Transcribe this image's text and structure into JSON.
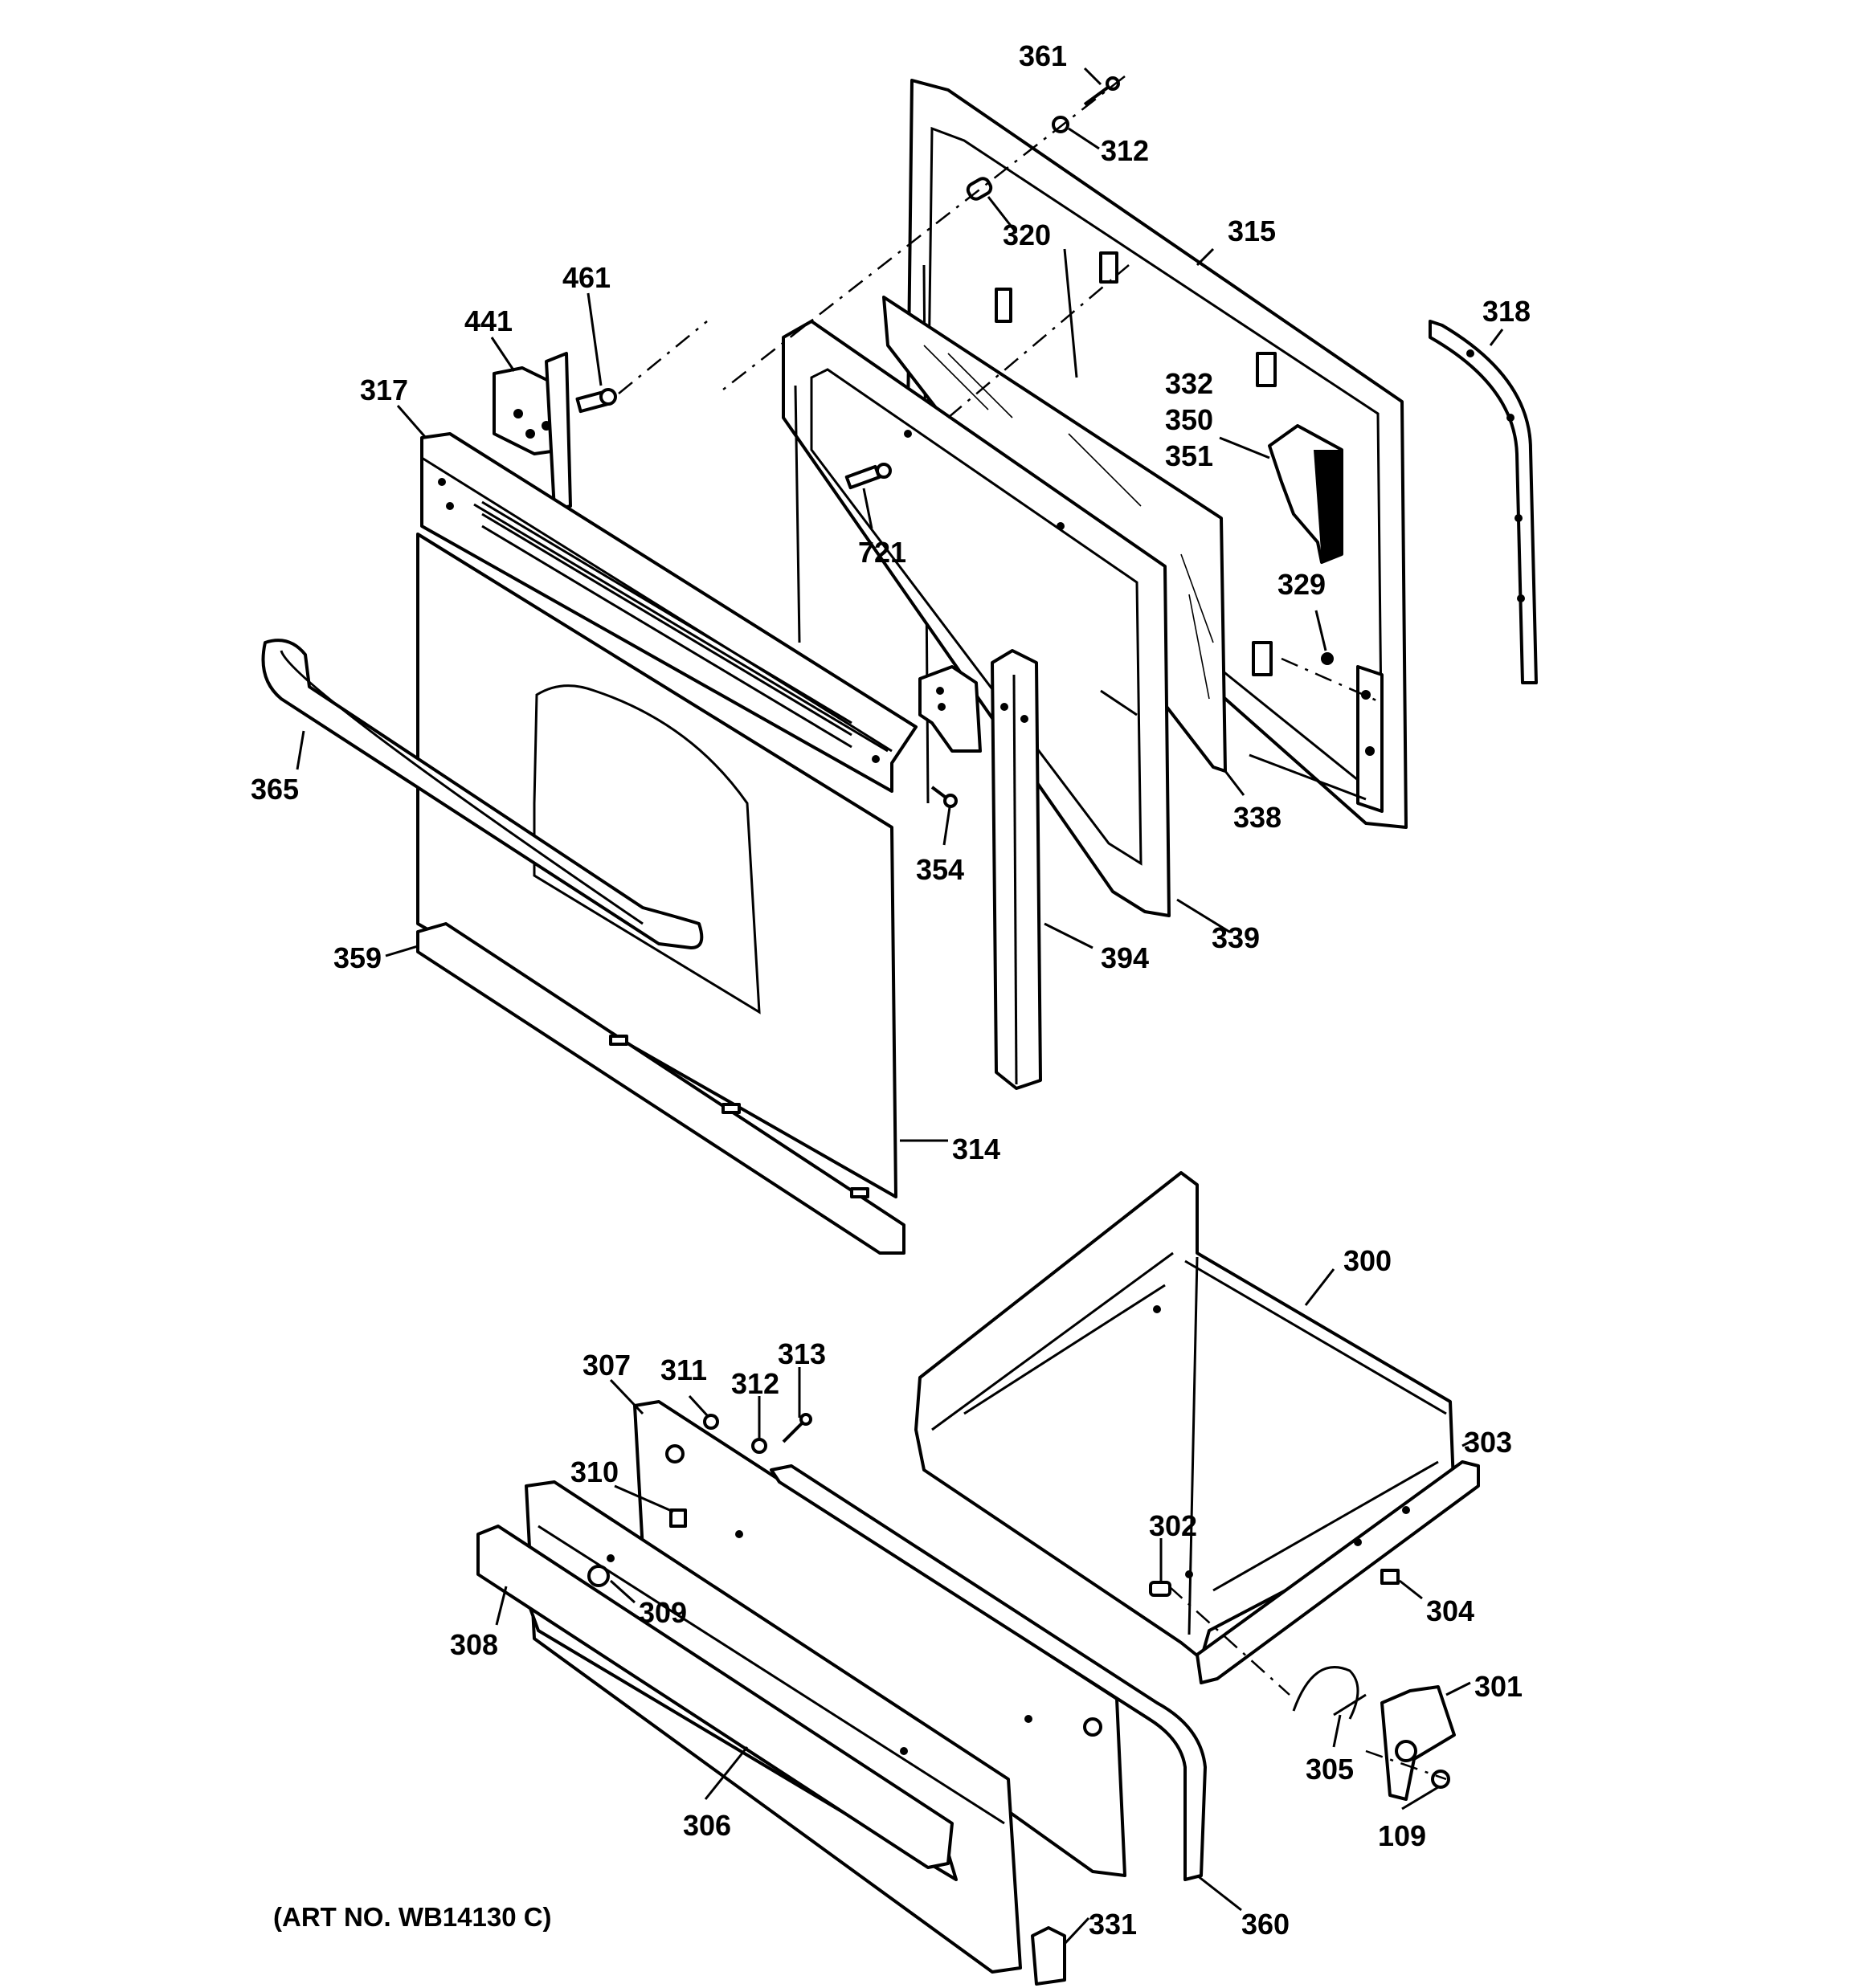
{
  "diagram": {
    "art_number": "(ART NO. WB14130 C)",
    "callouts": {
      "c361": "361",
      "c312a": "312",
      "c320": "320",
      "c315": "315",
      "c318": "318",
      "c461": "461",
      "c441": "441",
      "c317": "317",
      "c332": "332",
      "c350": "350",
      "c351": "351",
      "c721": "721",
      "c329": "329",
      "c365": "365",
      "c338": "338",
      "c354": "354",
      "c339": "339",
      "c394": "394",
      "c359": "359",
      "c314": "314",
      "c300": "300",
      "c307": "307",
      "c311": "311",
      "c312b": "312",
      "c313": "313",
      "c303": "303",
      "c310": "310",
      "c302": "302",
      "c309": "309",
      "c304": "304",
      "c308": "308",
      "c301": "301",
      "c305": "305",
      "c306": "306",
      "c109": "109",
      "c331": "331",
      "c360": "360"
    }
  }
}
